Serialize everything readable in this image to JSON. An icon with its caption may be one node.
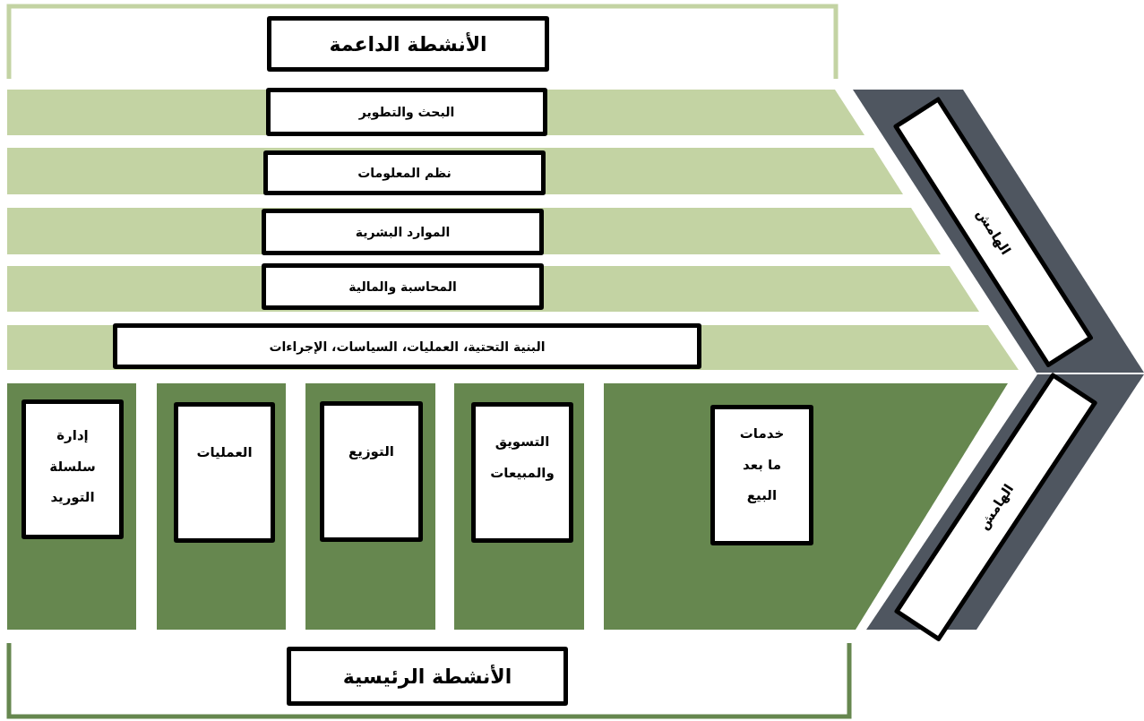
{
  "diagram": {
    "nodes": [
      {
        "text": [
          "الأنشطة الداعمة"
        ]
      },
      {
        "text": [
          "البحث والتطوير"
        ]
      },
      {
        "text": [
          "نظم المعلومات"
        ]
      },
      {
        "text": [
          "الموارد البشرية"
        ]
      },
      {
        "text": [
          "المحاسبة والمالية"
        ]
      },
      {
        "text": [
          "البنية التحتية، العمليات، السياسات، الإجراءات"
        ]
      },
      {
        "text": [
          "إدارة سلسلة التوريد"
        ]
      },
      {
        "text": [
          "العمليات"
        ]
      },
      {
        "text": [
          "التوزيع"
        ]
      },
      {
        "text": [
          "التسويق والمبيعات"
        ]
      },
      {
        "text": [
          "خدمات ما بعد البيع"
        ]
      },
      {
        "text": [
          "الهامش"
        ]
      },
      {
        "text": [
          "الهامش"
        ]
      },
      {
        "text": [
          "الأنشطة الرئيسية"
        ]
      }
    ]
  }
}
